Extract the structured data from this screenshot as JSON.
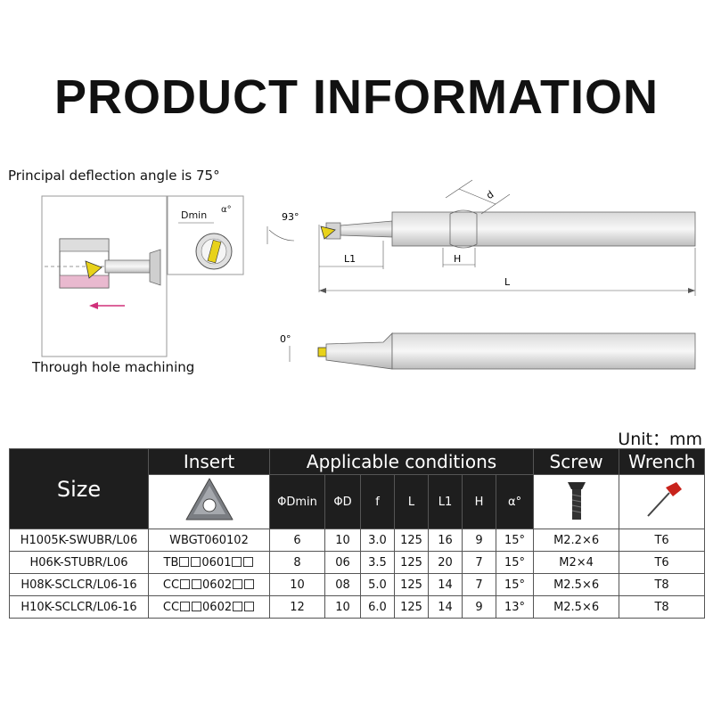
{
  "title": "PRODUCT INFORMATION",
  "captions": {
    "angle": "Principal deflection angle is 75°",
    "machining": "Through hole machining"
  },
  "diagram_labels": {
    "dmin": "Dmin",
    "alpha": "α°",
    "angle93": "93°",
    "angle0": "0°",
    "d": "d",
    "h": "H",
    "l1": "L1",
    "l": "L"
  },
  "unit": "Unit：mm",
  "table": {
    "headers": {
      "size": "Size",
      "insert": "Insert",
      "conditions": "Applicable conditions",
      "screw": "Screw",
      "wrench": "Wrench"
    },
    "subheaders": [
      "ΦDmin",
      "ΦD",
      "f",
      "L",
      "L1",
      "H",
      "α°"
    ],
    "rows": [
      {
        "size": "H1005K-SWUBR/L06",
        "insert": "WBGT060102",
        "dmin": "6",
        "d": "10",
        "f": "3.0",
        "l": "125",
        "l1": "16",
        "h": "9",
        "alpha": "15°",
        "screw": "M2.2×6",
        "wrench": "T6"
      },
      {
        "size": "H06K-STUBR/L06",
        "insert_prefix": "TB",
        "insert_mid": "0601",
        "dmin": "8",
        "d": "06",
        "f": "3.5",
        "l": "125",
        "l1": "20",
        "h": "7",
        "alpha": "15°",
        "screw": "M2×4",
        "wrench": "T6"
      },
      {
        "size": "H08K-SCLCR/L06-16",
        "insert_prefix": "CC",
        "insert_mid": "0602",
        "dmin": "10",
        "d": "08",
        "f": "5.0",
        "l": "125",
        "l1": "14",
        "h": "7",
        "alpha": "15°",
        "screw": "M2.5×6",
        "wrench": "T8"
      },
      {
        "size": "H10K-SCLCR/L06-16",
        "insert_prefix": "CC",
        "insert_mid": "0602",
        "dmin": "12",
        "d": "10",
        "f": "6.0",
        "l": "125",
        "l1": "14",
        "h": "9",
        "alpha": "13°",
        "screw": "M2.5×6",
        "wrench": "T8"
      }
    ]
  },
  "colors": {
    "header_bg": "#1e1e1e",
    "insert_yellow": "#e8d21a",
    "arrow_pink": "#d0307a",
    "wrench_red": "#c8231c"
  }
}
